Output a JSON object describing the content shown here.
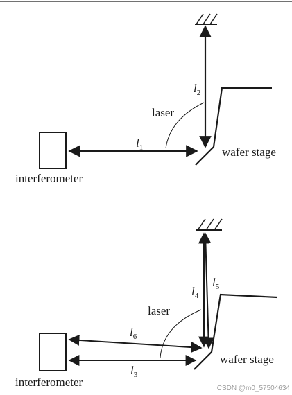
{
  "top_diagram": {
    "laser_label": "laser",
    "wafer_stage_label": "wafer stage",
    "interferometer_label": "interferometer",
    "path_labels": [
      {
        "main": "l",
        "sub": "2"
      },
      {
        "main": "l",
        "sub": "1"
      }
    ]
  },
  "bottom_diagram": {
    "laser_label": "laser",
    "wafer_stage_label": "wafer stage",
    "interferometer_label": "interferometer",
    "path_labels": [
      {
        "main": "l",
        "sub": "4"
      },
      {
        "main": "l",
        "sub": "5"
      },
      {
        "main": "l",
        "sub": "6"
      },
      {
        "main": "l",
        "sub": "3"
      }
    ]
  },
  "watermark": "CSDN @m0_57504634"
}
